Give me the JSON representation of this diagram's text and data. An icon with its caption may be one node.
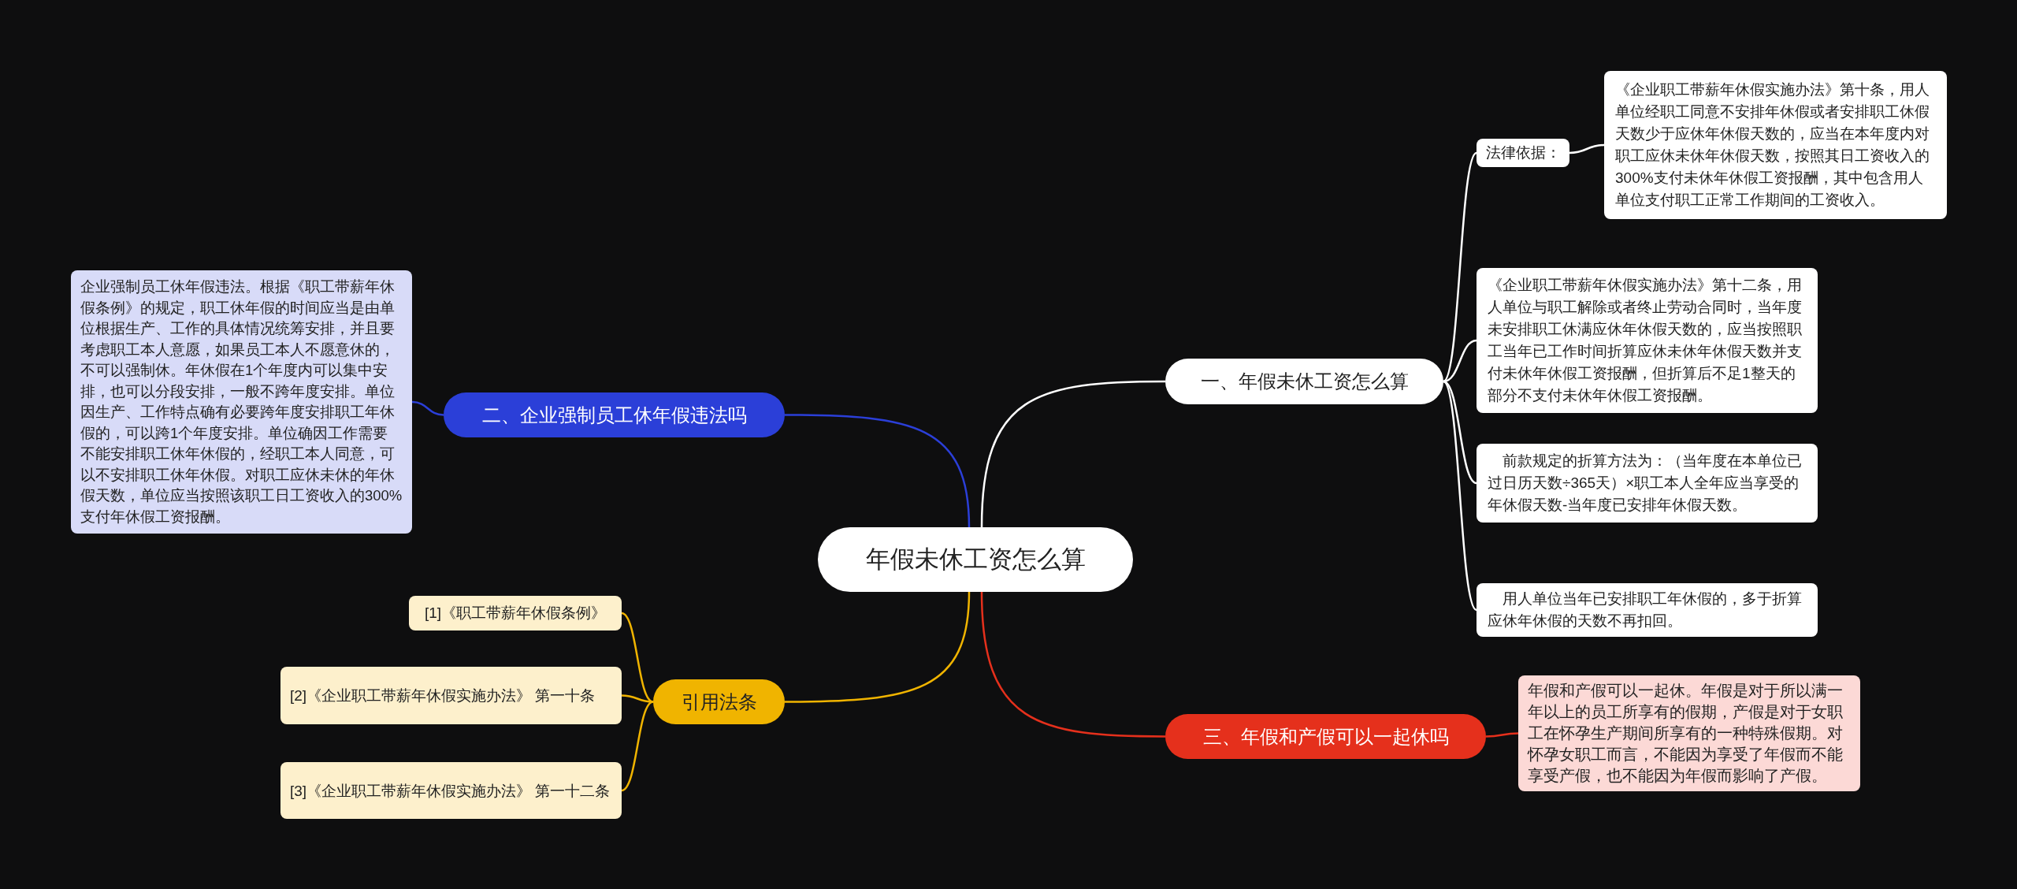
{
  "diagram": {
    "nodes": [
      {
        "text": [
          "年假未休工资怎么算"
        ]
      },
      {
        "text": [
          "一、年假未休工资怎么算"
        ]
      },
      {
        "text": [
          "法律依据："
        ]
      },
      {
        "text": [
          "《企业职工带薪年休假实施办法》第十条，用人单位经职工同意不安排年休假或者安排职工休假天数少于应休年休假天数的，应当在本年度内对职工应休未休年休假天数，按照其日工资收入的300%支付未休年休假工资报酬，其中包含用人单位支付职工正常工作期间的工资收入。"
        ]
      },
      {
        "text": [
          "《企业职工带薪年休假实施办法》第十二条，用人单位与职工解除或者终止劳动合同时，当年度未安排职工休满应休年休假天数的，应当按照职工当年已工作时间折算应休未休年休假天数并支付未休年休假工资报酬，但折算后不足1整天的部分不支付未休年休假工资报酬。"
        ]
      },
      {
        "text": [
          "前款规定的折算方法为：（当年度在本单位已过日历天数÷365天）×职工本人全年应当享受的年休假天数-当年度已安排年休假天数。"
        ]
      },
      {
        "text": [
          "用人单位当年已安排职工年休假的，多于折算应休年休假的天数不再扣回。"
        ]
      },
      {
        "text": [
          "二、企业强制员工休年假违法吗"
        ]
      },
      {
        "text": [
          "企业强制员工休年假违法。根据《职工带薪年休假条例》的规定，职工休年假的时间应当是由单位根据生产、工作的具体情况统筹安排，并且要考虑职工本人意愿，如果员工本人不愿意休的，不可以强制休。年休假在1个年度内可以集中安排，也可以分段安排，一般不跨年度安排。单位因生产、工作特点确有必要跨年度安排职工年休假的，可以跨1个年度安排。单位确因工作需要不能安排职工休年休假的，经职工本人同意，可以不安排职工休年休假。对职工应休未休的年休假天数，单位应当按照该职工日工资收入的300%支付年休假工资报酬。"
        ]
      },
      {
        "text": [
          "三、年假和产假可以一起休吗"
        ]
      },
      {
        "text": [
          "年假和产假可以一起休。年假是对于所以满一年以上的员工所享有的假期，产假是对于女职工在怀孕生产期间所享有的一种特殊假期。对怀孕女职工而言，不能因为享受了年假而不能享受产假，也不能因为年假而影响了产假。"
        ]
      },
      {
        "text": [
          "引用法条"
        ]
      },
      {
        "text": [
          "[1]《职工带薪年休假条例》"
        ]
      },
      {
        "text": [
          "[2]《企业职工带薪年休假实施办法》 第一十条"
        ]
      },
      {
        "text": [
          "[3]《企业职工带薪年休假实施办法》 第一十二条"
        ]
      }
    ],
    "edges": [
      {
        "from": 0,
        "to": 1,
        "arrow": "none"
      },
      {
        "from": 1,
        "to": 2,
        "arrow": "none"
      },
      {
        "from": 2,
        "to": 3,
        "arrow": "none"
      },
      {
        "from": 1,
        "to": 4,
        "arrow": "none"
      },
      {
        "from": 1,
        "to": 5,
        "arrow": "none"
      },
      {
        "from": 1,
        "to": 6,
        "arrow": "none"
      },
      {
        "from": 0,
        "to": 7,
        "arrow": "none",
        "color": "#2b3fd8"
      },
      {
        "from": 7,
        "to": 8,
        "arrow": "none",
        "color": "#2b3fd8"
      },
      {
        "from": 0,
        "to": 9,
        "arrow": "none",
        "color": "#e5301c"
      },
      {
        "from": 9,
        "to": 10,
        "arrow": "none",
        "color": "#e5301c"
      },
      {
        "from": 0,
        "to": 11,
        "arrow": "none",
        "color": "#f0b400"
      },
      {
        "from": 11,
        "to": 12,
        "arrow": "none",
        "color": "#f0b400"
      },
      {
        "from": 11,
        "to": 13,
        "arrow": "none",
        "color": "#f0b400"
      },
      {
        "from": 11,
        "to": 14,
        "arrow": "none",
        "color": "#f0b400"
      }
    ]
  }
}
